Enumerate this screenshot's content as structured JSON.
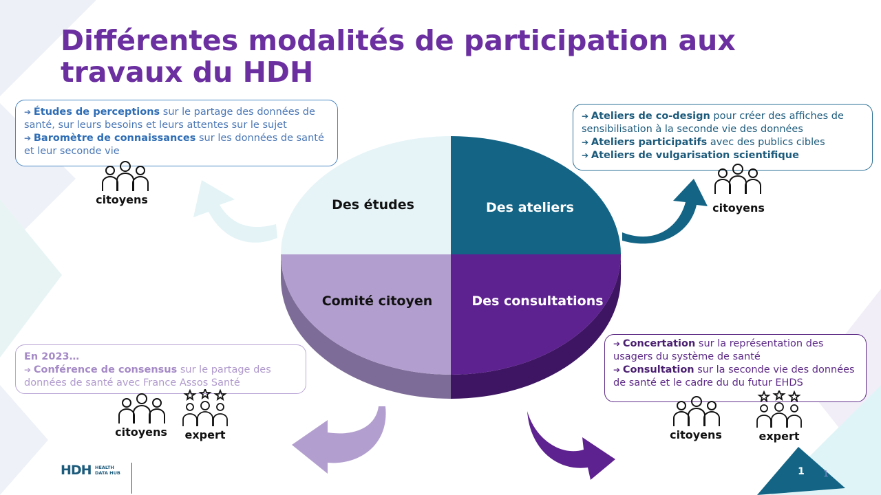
{
  "title": "Différentes modalités de participation aux travaux du HDH",
  "quadrants": {
    "top_left": "Des études",
    "top_right": "Des ateliers",
    "bottom_left": "Comité citoyen",
    "bottom_right": "Des consultations"
  },
  "box_top_left": {
    "item1_bold": "Études de perceptions",
    "item1_text": " sur le partage des données de santé, sur leurs besoins et leurs attentes sur le sujet",
    "item2_bold": "Baromètre de connaissances",
    "item2_text": " sur les données de santé et leur seconde vie"
  },
  "box_top_right": {
    "item1_bold": "Ateliers de co-design",
    "item1_text": " pour créer des affiches de sensibilisation à la seconde vie des données",
    "item2_bold": "Ateliers participatifs",
    "item2_text": " avec des publics cibles",
    "item3_bold": "Ateliers de vulgarisation scientifique"
  },
  "box_bottom_left": {
    "year": "En 2023…",
    "item1_bold": "Conférence de consensus",
    "item1_text": " sur le partage des données de santé avec France Assos Santé"
  },
  "box_bottom_right": {
    "item1_bold": "Concertation",
    "item1_text": "  sur la représentation des usagers du système de santé",
    "item2_bold": "Consultation",
    "item2_text": " sur la seconde vie des données de santé et le cadre du du futur EHDS"
  },
  "labels": {
    "citoyens": "citoyens",
    "expert": "expert"
  },
  "logo": {
    "mark": "HDH",
    "line1": "HEALTH",
    "line2": "DATA HUB"
  },
  "page_number": "1",
  "page_number_small": "1",
  "colors": {
    "title": "#6b2fa0",
    "light_blue": "#e6f4f8",
    "teal": "#136485",
    "lavender": "#b39fcf",
    "purple": "#5e2190"
  }
}
